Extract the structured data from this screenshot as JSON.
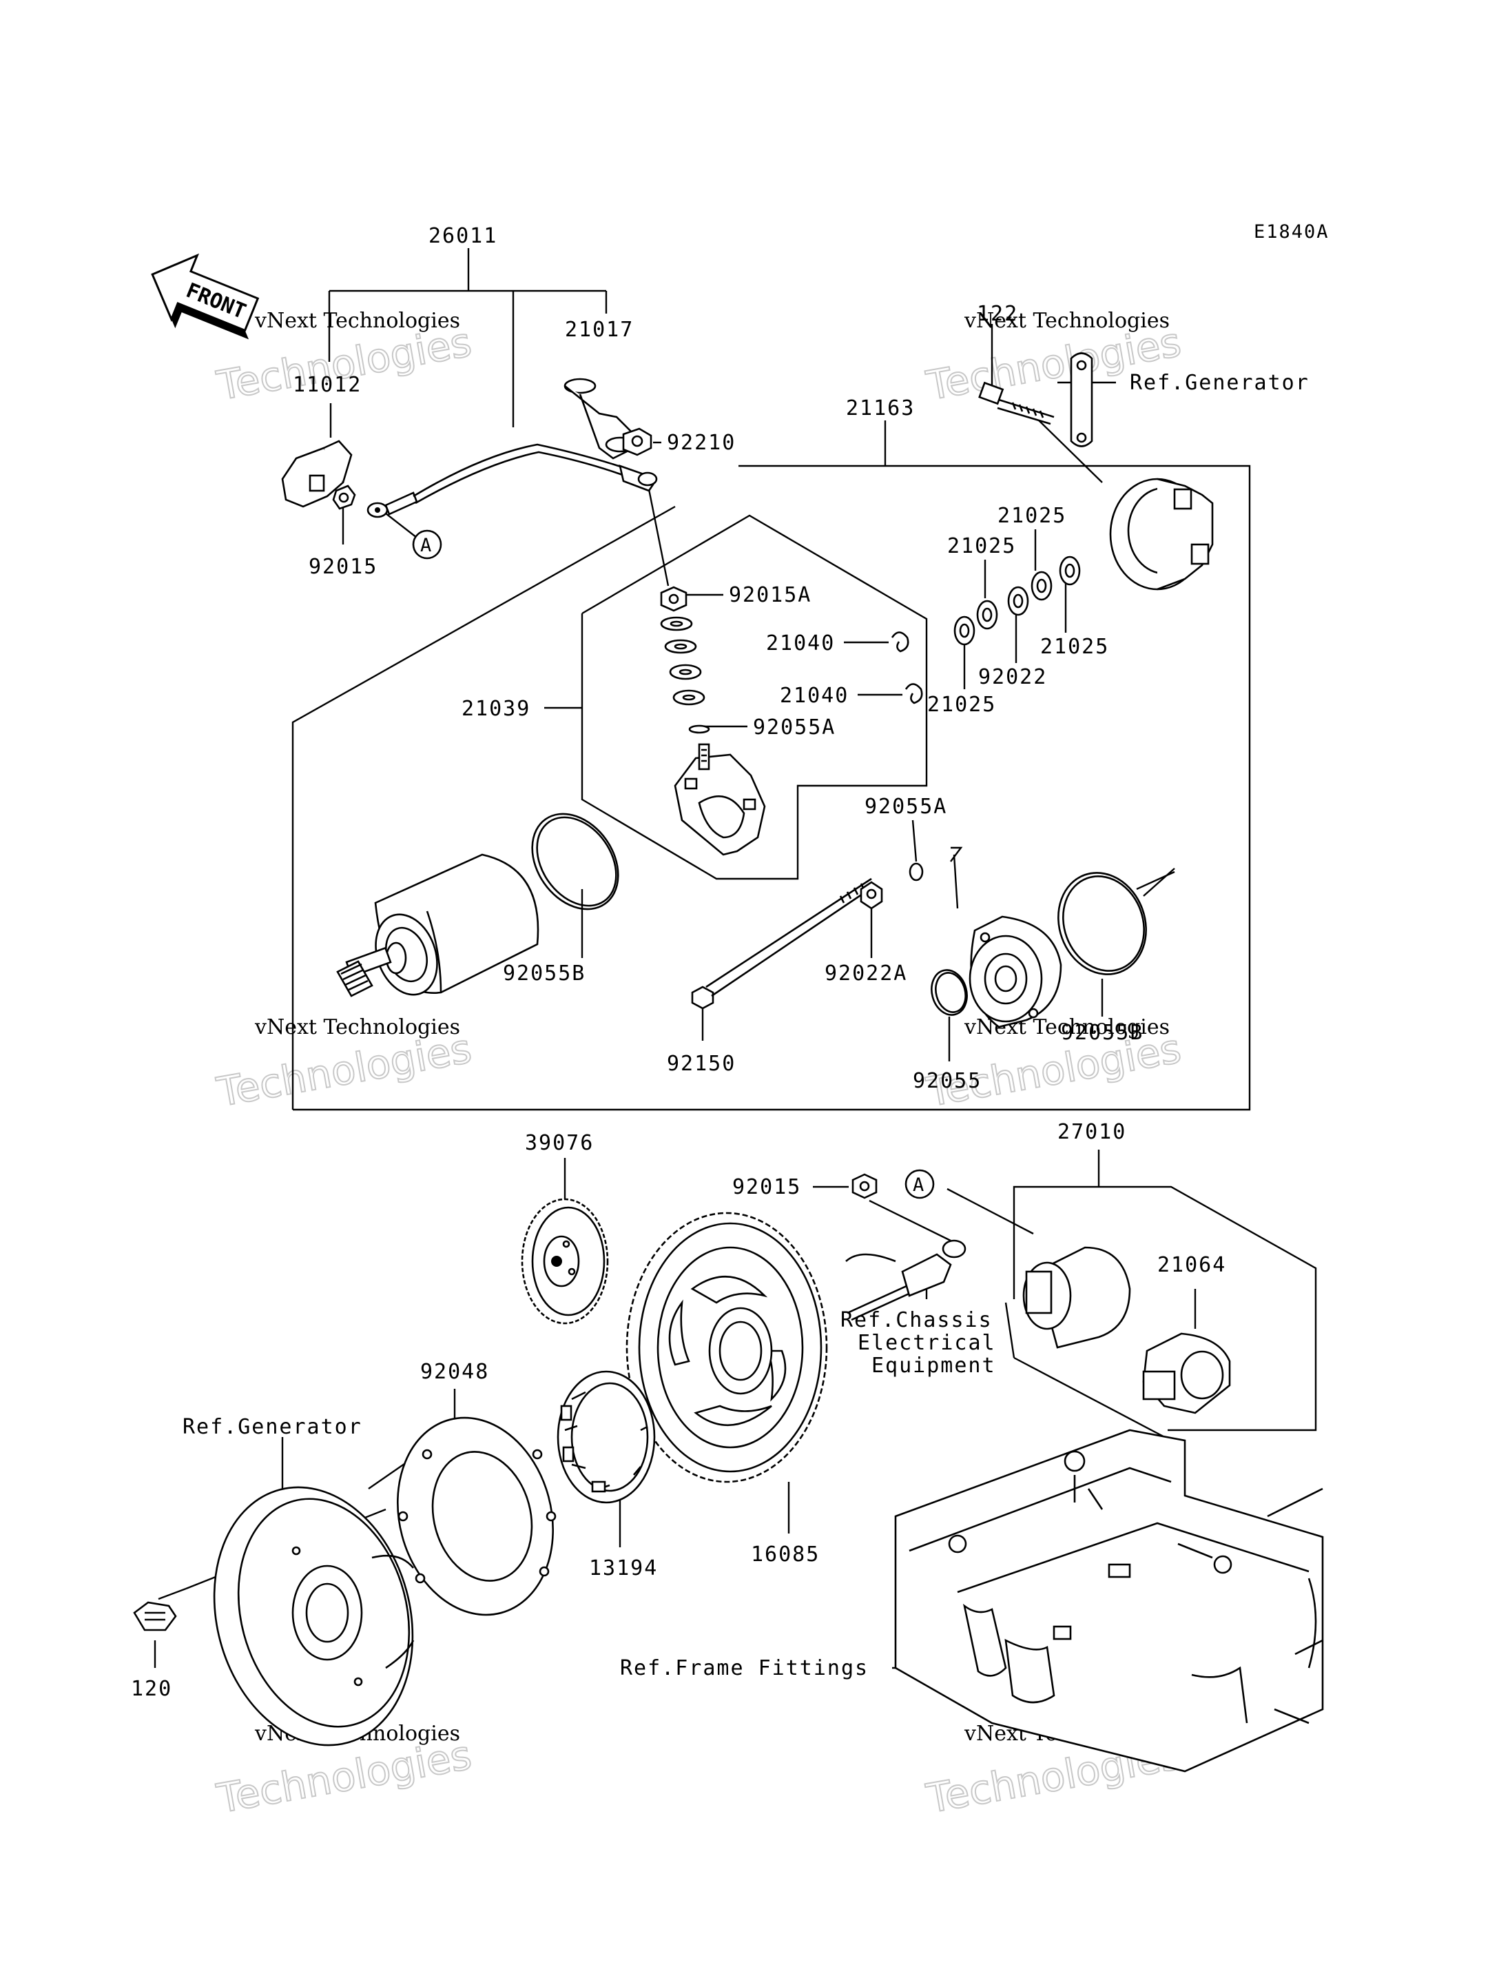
{
  "diagram_code": "E1840A",
  "front_label": "FRONT",
  "watermarks": [
    {
      "line1": "vNext Technologies",
      "line2": "Technologies"
    },
    {
      "line1": "vNext Technologies",
      "line2": "Technologies"
    },
    {
      "line1": "vNext Technologies",
      "line2": "Technologies"
    },
    {
      "line1": "vNext Technologies",
      "line2": "Technologies"
    },
    {
      "line1": "vNext Technologies",
      "line2": "Technologies"
    },
    {
      "line1": "vNext Technologies",
      "line2": "Technologies"
    }
  ],
  "parts": {
    "p26011": "26011",
    "p21017": "21017",
    "p11012": "11012",
    "p92210": "92210",
    "p92015_top": "92015",
    "callout_a_top": "A",
    "p21163": "21163",
    "p122": "122",
    "ref_generator_top": "Ref.Generator",
    "p21025_a": "21025",
    "p21025_b": "21025",
    "p21025_c": "21025",
    "p21025_d": "21025",
    "p92022": "92022",
    "p92015A": "92015A",
    "p21040_a": "21040",
    "p21040_b": "21040",
    "p21039": "21039",
    "p92055A_top": "92055A",
    "p92055A_mid": "92055A",
    "p92055B_left": "92055B",
    "p92022A": "92022A",
    "p92055B_right": "92055B",
    "p92150": "92150",
    "p92055": "92055",
    "p39076": "39076",
    "p92015_mid": "92015",
    "callout_a_mid": "A",
    "p27010": "27010",
    "p21064": "21064",
    "ref_chassis_1": "Ref.Chassis",
    "ref_chassis_2": "Electrical",
    "ref_chassis_3": "Equipment",
    "p92048": "92048",
    "ref_generator_bottom": "Ref.Generator",
    "p13194": "13194",
    "p16085": "16085",
    "p120": "120",
    "ref_frame": "Ref.Frame Fittings"
  }
}
